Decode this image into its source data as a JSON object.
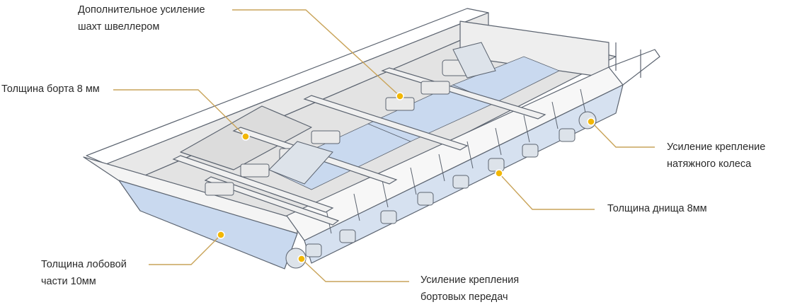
{
  "colors": {
    "leader": "#c9a45a",
    "dot_fill": "#f2b705",
    "text": "#2a2a2a",
    "hull_edge": "#5c6470",
    "blue_panel": "#c9d9ef"
  },
  "labels": {
    "channel": {
      "line1": "Дополнительное усиление",
      "line2": "шахт швеллером"
    },
    "side": {
      "line1": "Толщина борта 8 мм"
    },
    "idler": {
      "line1": "Усиление крепление",
      "line2": "натяжного колеса"
    },
    "bottom": {
      "line1": "Толщина днища 8мм"
    },
    "front": {
      "line1": "Толщина лобовой",
      "line2": "части 10мм"
    },
    "final_drive": {
      "line1": "Усиление крепления",
      "line2": "бортовых передач"
    }
  }
}
